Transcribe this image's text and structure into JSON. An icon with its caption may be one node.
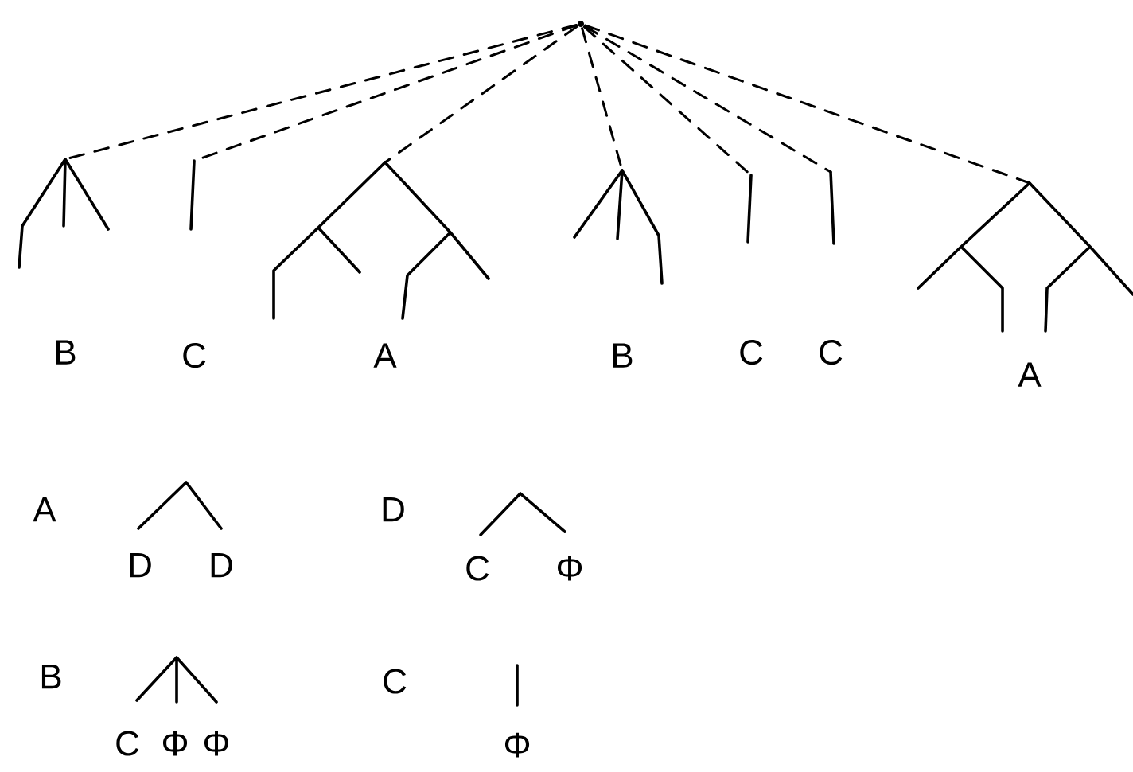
{
  "diagram": {
    "nodes": [
      {
        "text": [],
        "shape": "circle"
      },
      {
        "text": [
          "B"
        ]
      },
      {
        "text": [
          "C"
        ]
      },
      {
        "text": [
          "A"
        ]
      },
      {
        "text": [
          "B"
        ]
      },
      {
        "text": [
          "C"
        ]
      },
      {
        "text": [
          "C"
        ]
      },
      {
        "text": [
          "A"
        ]
      }
    ],
    "edges": [
      {
        "from": 0,
        "to": 1,
        "arrow": "none",
        "style": "dashed"
      },
      {
        "from": 0,
        "to": 2,
        "arrow": "none",
        "style": "dashed"
      },
      {
        "from": 0,
        "to": 3,
        "arrow": "none",
        "style": "dashed"
      },
      {
        "from": 0,
        "to": 4,
        "arrow": "none",
        "style": "dashed"
      },
      {
        "from": 0,
        "to": 5,
        "arrow": "none",
        "style": "dashed"
      },
      {
        "from": 0,
        "to": 6,
        "arrow": "none",
        "style": "dashed"
      },
      {
        "from": 0,
        "to": 7,
        "arrow": "none",
        "style": "dashed"
      }
    ],
    "labels": [
      "A",
      "D",
      "D",
      "D",
      "C",
      "Φ",
      "B",
      "C",
      "Φ",
      "Φ",
      "C",
      "Φ"
    ]
  }
}
